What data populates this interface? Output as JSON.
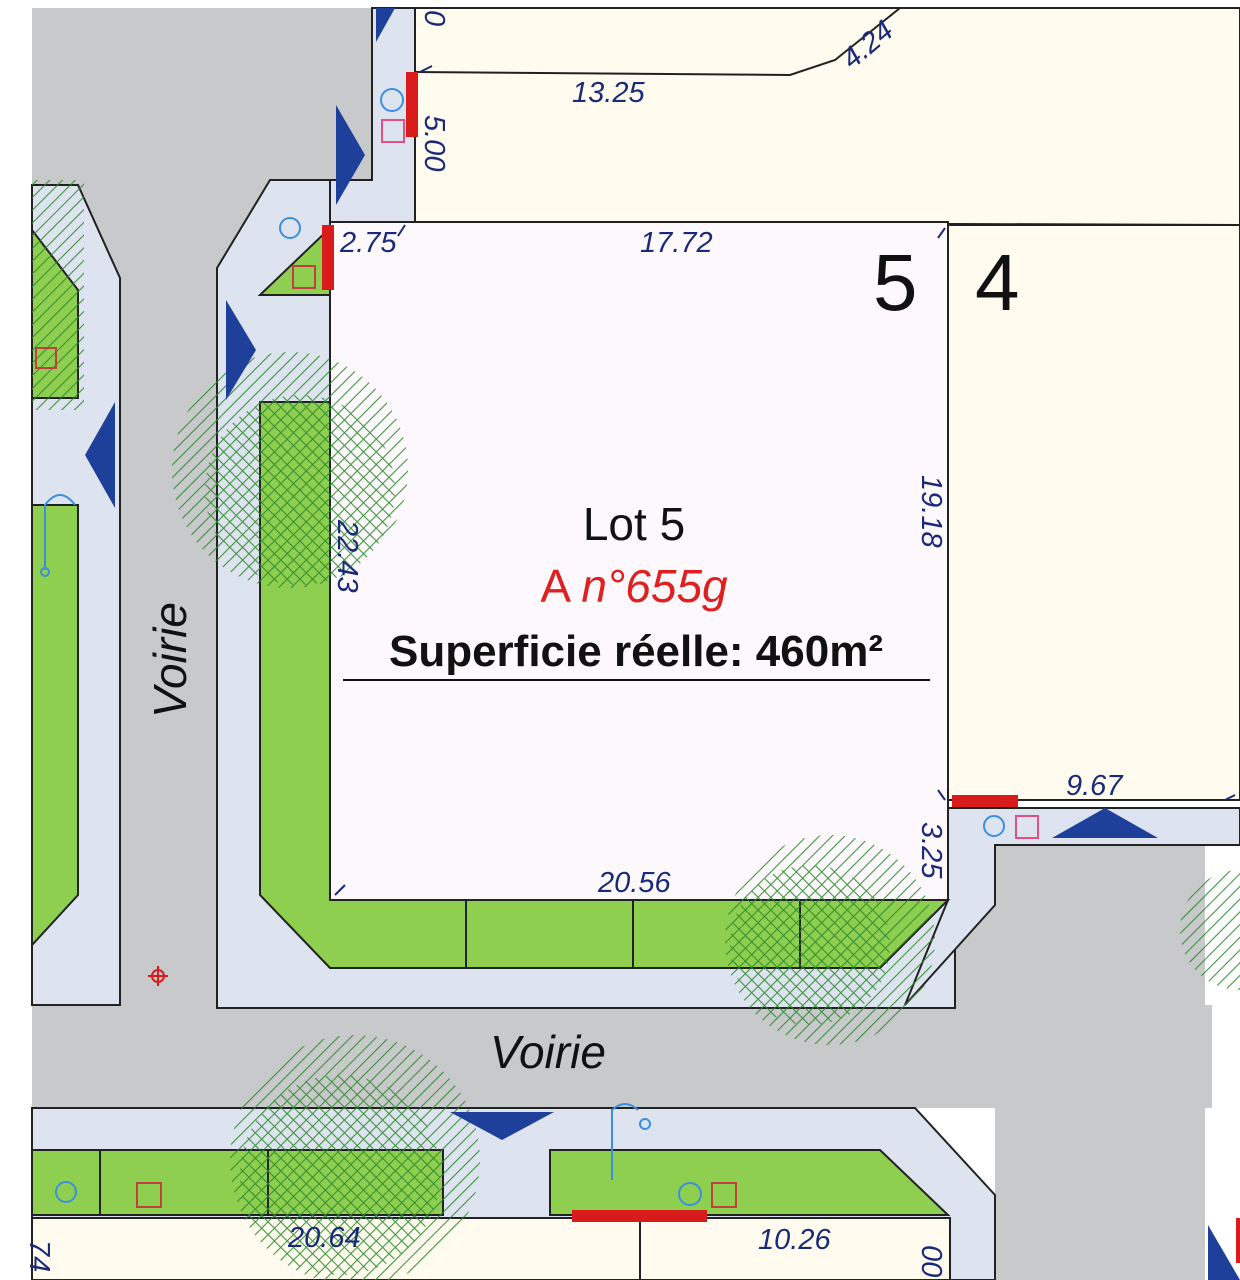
{
  "lots": {
    "left_number": "5",
    "right_number": "4"
  },
  "lot_label": {
    "title": "Lot 5",
    "ref_prefix": "A ",
    "ref_number": "n°655g",
    "area": "Superficie réelle: 460m²"
  },
  "roads": {
    "vertical": "Voirie",
    "horizontal": "Voirie"
  },
  "dimensions": {
    "top_small": "0",
    "top_diag": "4.24",
    "top_width": "13.25",
    "side_5": "5.00",
    "corner": "2.75",
    "lot_top": "17.72",
    "lot_left": "22.43",
    "lot_right": "19.18",
    "lot_corner": "3.25",
    "lot_bottom": "20.56",
    "right_lot": "9.67",
    "bottom_left": "20.64",
    "bottom_right": "10.26",
    "bottom_small": "00",
    "bottom_edge": "74"
  },
  "colors": {
    "road": "#c8c9ca",
    "sidewalk": "#dee4ef",
    "grass": "#8fcf4f",
    "lot_fill": "#fdf8fb",
    "neighbor_fill": "#fffbef",
    "tree": "#2e8a2e",
    "arrow": "#1e3f9a",
    "access": "#d81c1c",
    "text_blue": "#1a2a7a",
    "text_red": "#e02020"
  }
}
